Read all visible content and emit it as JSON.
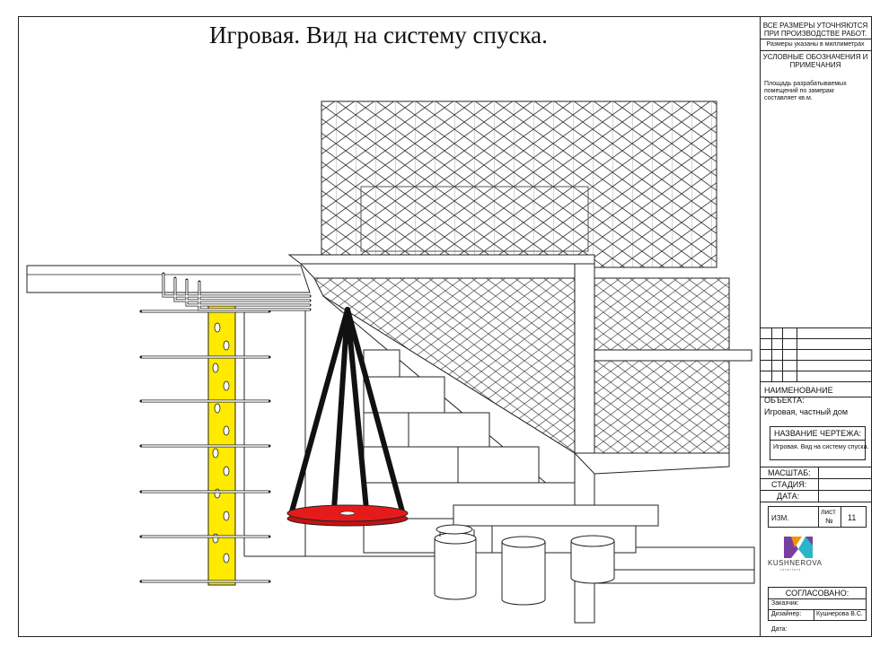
{
  "drawing_title": "Игровая. Вид на систему спуска.",
  "panel": {
    "notice_line1": "ВСЕ РАЗМЕРЫ УТОЧНЯЮТСЯ",
    "notice_line2": "ПРИ ПРОИЗВОДСТВЕ РАБОТ.",
    "units_note": "Размеры указаны в миллиметрах",
    "legend_line1": "УСЛОВНЫЕ ОБОЗНАЧЕНИЯ И",
    "legend_line2": "ПРИМЕЧАНИЯ",
    "area_note_line1": "Площадь разрабатываемых",
    "area_note_line2": "помещений по замерам",
    "area_note_line3": "составляет  кв.м.",
    "object_name_label": "НАИМЕНОВАНИЕ ОБЪЕКТА:",
    "object_name_value": "Игровая, частный дом",
    "sheet_title_label": "НАЗВАНИЕ ЧЕРТЕЖА:",
    "sheet_title_value": "Игровая. Вид на систему спуска.",
    "scale_label": "МАСШТАБ:",
    "stage_label": "СТАДИЯ:",
    "date_label": "ДАТА:",
    "rev_label": "ИЗМ.",
    "sheet_label_line1": "лист",
    "sheet_label_line2": "№",
    "sheet_number": "11",
    "logo_name": "KUSHNEROVA",
    "logo_sub": "interiors",
    "approved_label": "СОГЛАСОВАНО:",
    "client_label": "Заказчик:",
    "designer_label": "Дизайнер:",
    "designer_value": "Кушнерова В.С.",
    "date_sign_label": "Дата:"
  },
  "colors": {
    "swing_red": "#e51b1b",
    "climbing_yellow": "#ffea00",
    "logo_violet": "#7a3ea0",
    "logo_orange": "#f29400",
    "logo_teal": "#2bb5c9"
  }
}
